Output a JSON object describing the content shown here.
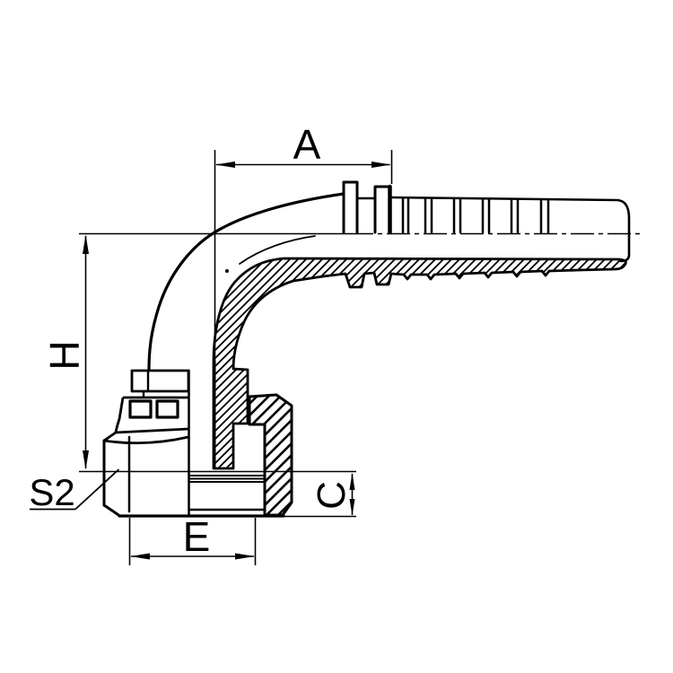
{
  "drawing": {
    "labels": {
      "a": "A",
      "h": "H",
      "s2": "S2",
      "e": "E",
      "c": "C"
    },
    "colors": {
      "ink": "#000000",
      "paper": "#ffffff"
    }
  }
}
